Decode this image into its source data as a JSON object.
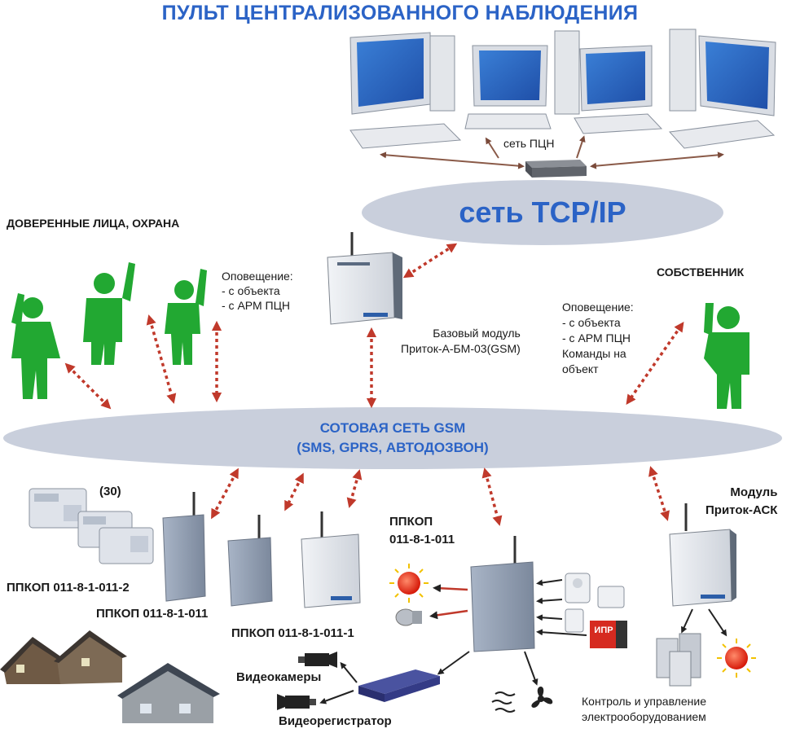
{
  "title": "ПУЛЬТ ЦЕНТРАЛИЗОВАННОГО НАБЛЮДЕНИЯ",
  "pcn_network": "сеть ПЦН",
  "tcpip": "сеть TCP/IP",
  "trusted": "ДОВЕРЕННЫЕ ЛИЦА, ОХРАНА",
  "notify_left": [
    "Оповещение:",
    "- с объекта",
    "- с АРМ ПЦН"
  ],
  "base_module": [
    "Базовый модуль",
    "Приток-А-БМ-03(GSM)"
  ],
  "owner": "СОБСТВЕННИК",
  "notify_right": [
    "Оповещение:",
    "- с объекта",
    "- с АРМ ПЦН",
    "Команды на",
    "объект"
  ],
  "gsm": [
    "СОТОВАЯ СЕТЬ GSM",
    "(SMS, GPRS, АВТОДОЗВОН)"
  ],
  "count": "(30)",
  "ppkop_2": "ППКОП  011-8-1-011-2",
  "ppkop_0": "ППКОП  011-8-1-011",
  "ppkop_1": "ППКОП  011-8-1-011-1",
  "ppkop_main": [
    "ППКОП",
    "011-8-1-011"
  ],
  "module_ask": [
    "Модуль",
    "Приток-АСК"
  ],
  "cameras": "Видеокамеры",
  "recorder": "Видеорегистратор",
  "control": [
    "Контроль и управление",
    "электрооборудованием"
  ],
  "ipr": "ИПР",
  "colors": {
    "title": "#2b63c6",
    "ellipse": "#c9cfdc",
    "person": "#22a832",
    "arrow": "#c0392b",
    "device": "#8e9cb0"
  }
}
